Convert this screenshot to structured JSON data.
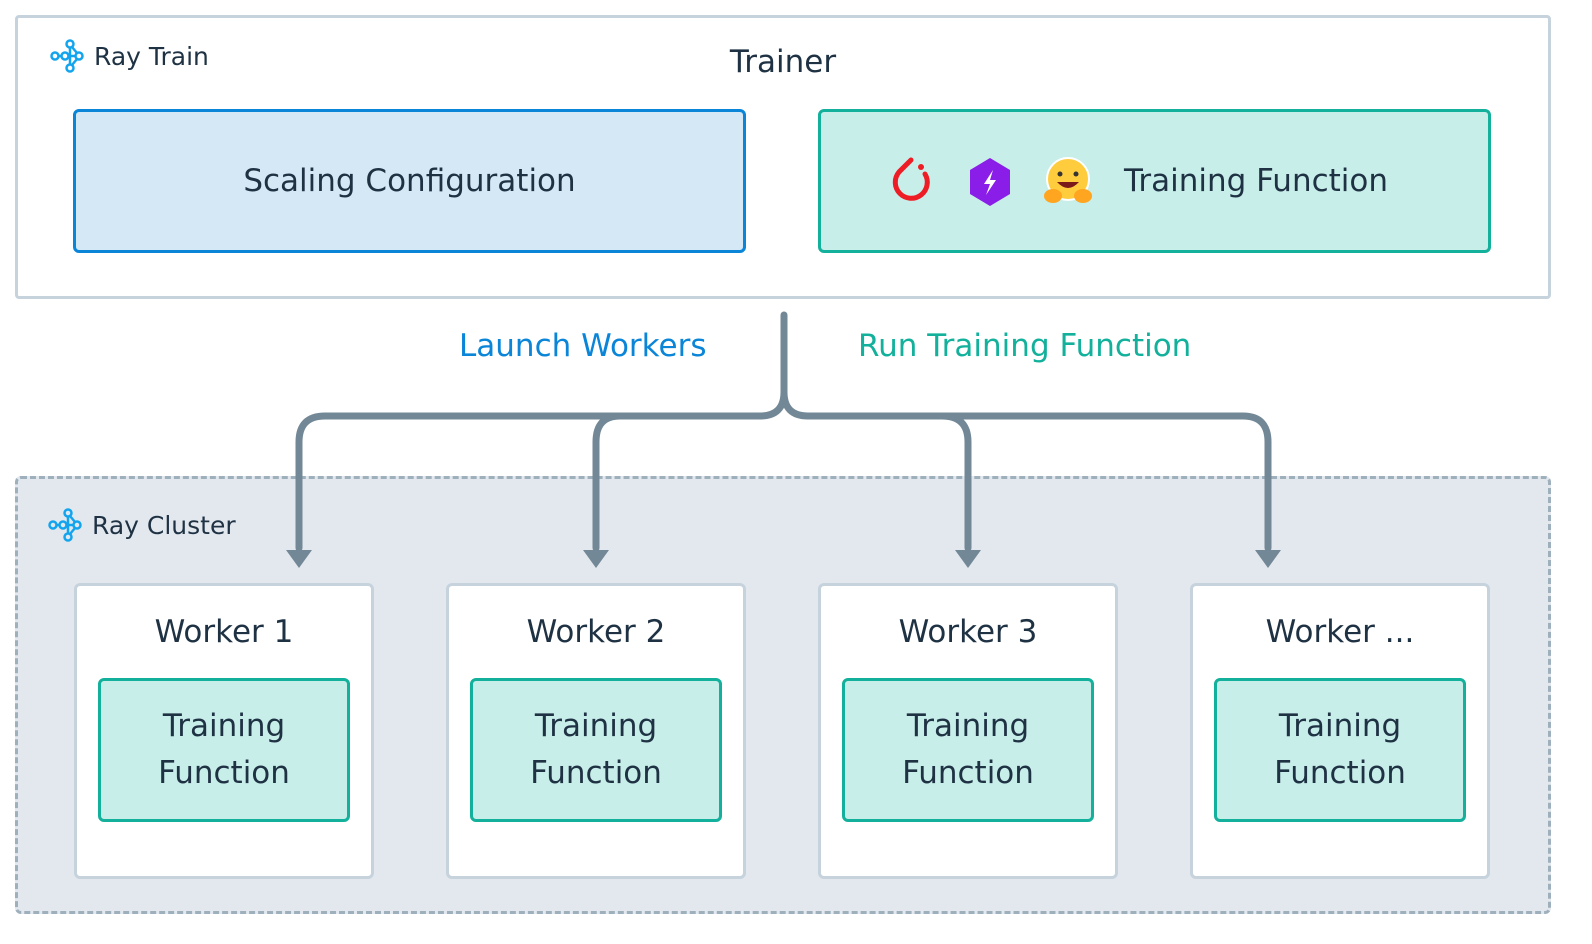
{
  "trainer": {
    "group_label": "Ray Train",
    "title": "Trainer",
    "scaling_config": "Scaling Configuration",
    "training_function": "Training Function",
    "framework_icons": [
      "pytorch-icon",
      "lightning-icon",
      "huggingface-icon"
    ]
  },
  "edges": {
    "launch_workers": "Launch Workers",
    "run_training_function": "Run Training Function"
  },
  "cluster": {
    "group_label": "Ray Cluster",
    "workers": [
      {
        "title": "Worker 1",
        "fn": "Training\nFunction"
      },
      {
        "title": "Worker 2",
        "fn": "Training\nFunction"
      },
      {
        "title": "Worker 3",
        "fn": "Training\nFunction"
      },
      {
        "title": "Worker ...",
        "fn": "Training\nFunction"
      }
    ]
  },
  "colors": {
    "blue": "#0a85d8",
    "teal": "#13b19c",
    "text": "#1f3244",
    "connector": "#738896"
  }
}
